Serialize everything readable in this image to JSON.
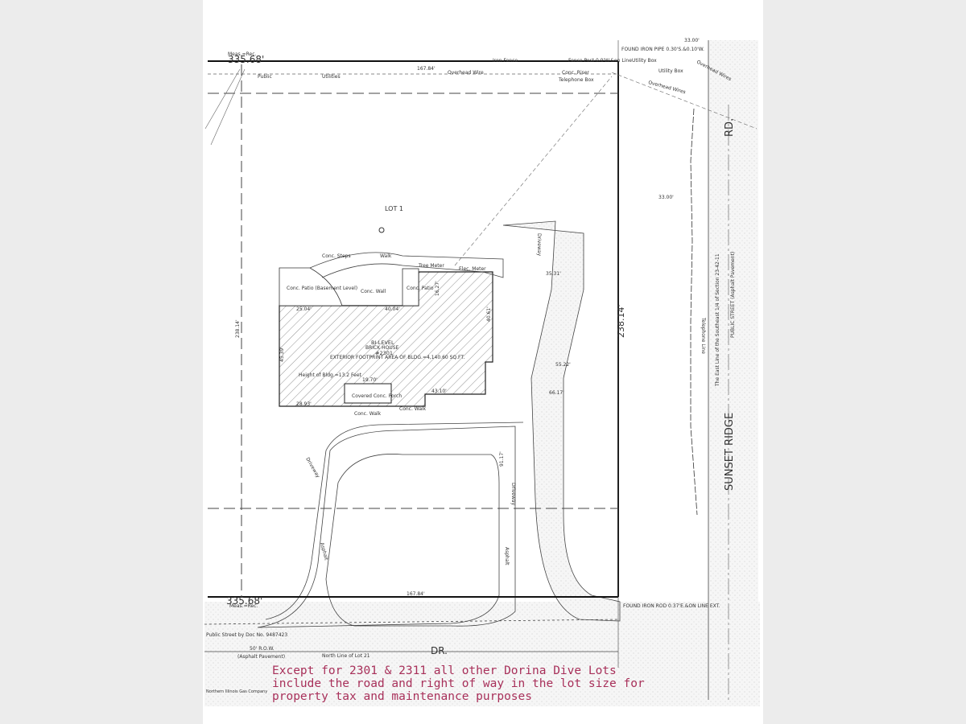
{
  "plat": {
    "top_distance_big": "335.68'",
    "bottom_distance_big": "335.68'",
    "meas_rec_top": "Meas.=Rec.",
    "meas_rec_bottom": "Meas.=Rec.",
    "top_lot_line": "167.84'",
    "bottom_lot_line": "167.84'",
    "east_line": "238.14'",
    "west_line": "238.14'",
    "east_road_width": "33.00'",
    "lot_label": "LOT 1",
    "public_label": "Public",
    "utilities_label": "Utilities",
    "iron_fence": "Iron Fence",
    "overhead_wire": "Overhead Wire",
    "fence_post": "Fence Post 0.9'W.&on Line",
    "found_iron_pipe": "FOUND IRON PIPE 0.30'S.&0.10'W.",
    "utility_box_1": "Utility Box",
    "utility_box_2": "Utility Box",
    "conc_riser": "Conc. Riser",
    "telephone_box": "Telephone Box",
    "overhead_wires_east": "Overhead Wires",
    "overhead_wires": "Overhead Wires",
    "road_name_east_1": "SUNSET RIDGE",
    "road_name_east_2": "RD.",
    "road_name_south": "DR.",
    "public_street": "PUBLIC STREET (Asphalt Pavement)",
    "east_line_note": "The East Line of the Southeast 1/4 of Section 23-42-11",
    "telephone_line": "Telephone Line",
    "found_iron_rod": "FOUND IRON ROD 0.37'E.&ON LINE EXT.",
    "public_street_doc": "Public Street by Doc No. 9487423",
    "row": "50' R.O.W.",
    "asphalt": "(Asphalt Pavement)",
    "north_line_lot21": "North Line of Lot 21",
    "gas_company": "Northern Illinois Gas Company",
    "house_1": "BI-LEVEL",
    "house_2": "BRICK HOUSE",
    "house_3": "#2301",
    "house_area": "EXTERIOR FOOTPRINT AREA OF BLDG.=4,140.60 SQ.FT.",
    "bldg_height": "Height of Bldg.=13.2 Feet",
    "covered_porch": "Covered Conc. Porch",
    "conc_patio_basement": "Conc. Patio (Basement Level)",
    "conc_patio": "Conc. Patio",
    "conc_steps": "Conc. Steps",
    "walk": "Walk",
    "conc_walk_1": "Conc. Walk",
    "conc_walk_2": "Conc. Walk",
    "tree_meter": "Tree Meter",
    "elec_meter": "Elec. Meter",
    "conc_window_well": "Conc. Wall",
    "driveway_1": "Driveway",
    "driveway_2": "Driveway",
    "driveway_3": "Driveway",
    "asphalt_1": "Asphalt",
    "asphalt_2": "Asphalt",
    "dim_25_04": "25.04'",
    "dim_40_04": "40.04'",
    "dim_45_39": "45.39'",
    "dim_28_93": "28.93'",
    "dim_19_70": "19.70'",
    "dim_43_10": "43.10'",
    "dim_40_61": "40.61'",
    "dim_16_27": "16.27'",
    "dim_55_22": "55.22'",
    "dim_66_17": "66.17'",
    "dim_35_31": "35.31'",
    "dim_91_17": "91.17'"
  },
  "note": {
    "line1": "Except for 2301 & 2311 all other Dorina Dive Lots",
    "line2": "include the road and right of way in the lot size for",
    "line3": "property tax and maintenance purposes"
  },
  "colors": {
    "note": "#a8305a",
    "background": "#ececec"
  }
}
